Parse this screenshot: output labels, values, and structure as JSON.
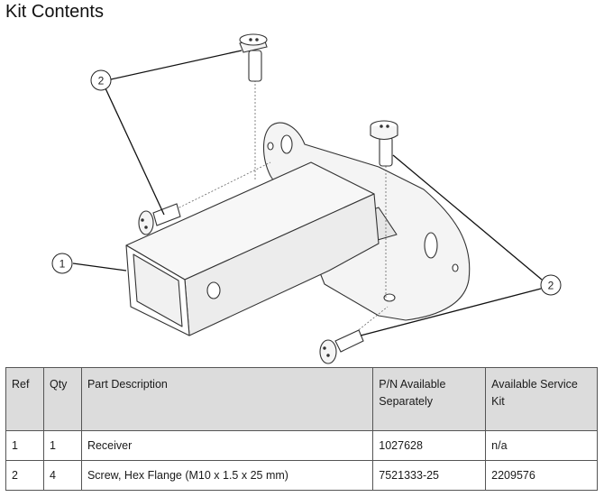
{
  "title": "Kit Contents",
  "callouts": {
    "receiver_ref": "1",
    "screw_top_ref": "2",
    "screw_right_ref": "2"
  },
  "table": {
    "headers": [
      "Ref",
      "Qty",
      "Part Description",
      "P/N Available Separately",
      "Available Service Kit"
    ],
    "rows": [
      {
        "ref": "1",
        "qty": "1",
        "description": "Receiver",
        "pn": "1027628",
        "kit": "n/a"
      },
      {
        "ref": "2",
        "qty": "4",
        "description": "Screw, Hex Flange (M10 x 1.5 x 25 mm)",
        "pn": "7521333-25",
        "kit": "2209576"
      }
    ]
  }
}
